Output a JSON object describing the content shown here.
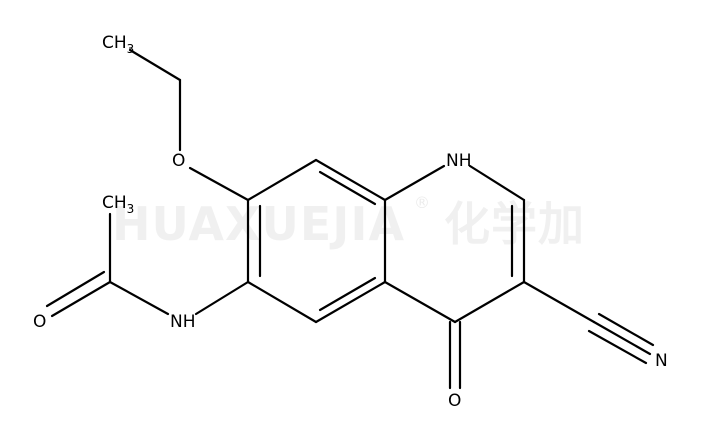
{
  "molecule": {
    "atoms": {
      "methyl_top": {
        "main": "CH",
        "sub": "3"
      },
      "ether_oxygen": {
        "main": "O"
      },
      "ring_nh": {
        "main": "NH"
      },
      "methyl_acetyl": {
        "main": "CH",
        "sub": "3"
      },
      "carbonyl_oxygen_left": {
        "main": "O"
      },
      "amide_nh": {
        "main": "NH"
      },
      "ketone_oxygen": {
        "main": "O"
      },
      "nitrile_nitrogen": {
        "main": "N"
      }
    }
  },
  "watermark": {
    "text": "HUAXUEJIA",
    "registered": "®",
    "cjk": "化学加"
  }
}
